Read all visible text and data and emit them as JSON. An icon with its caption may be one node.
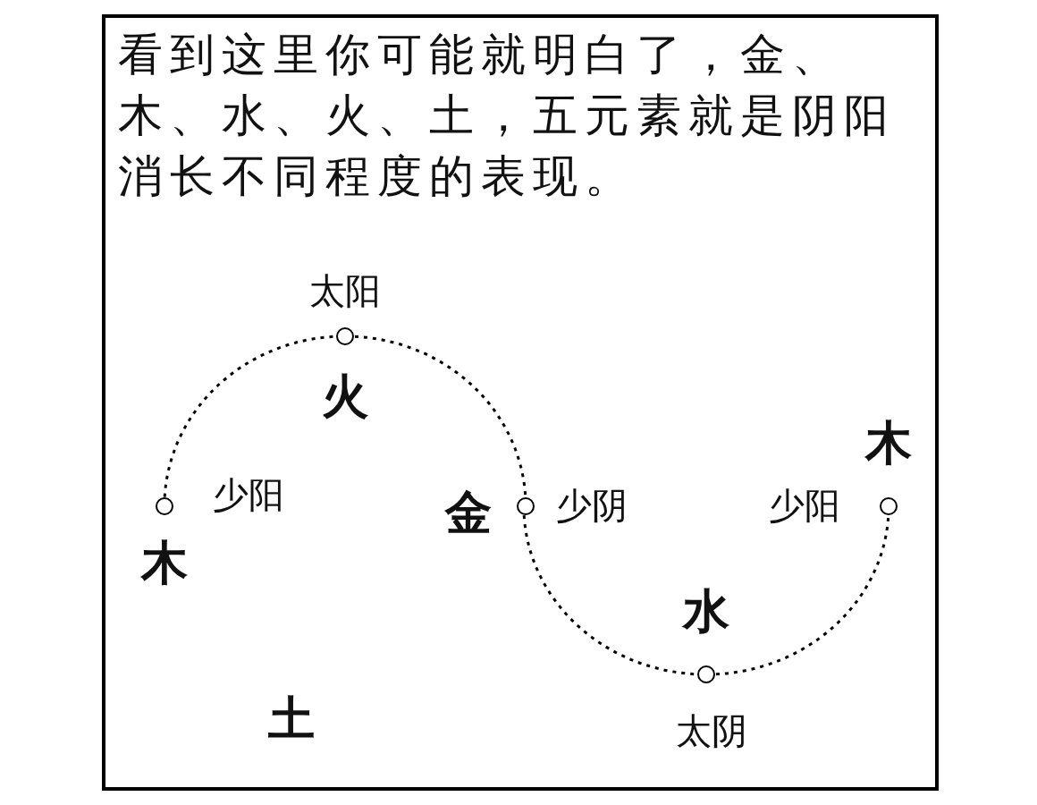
{
  "diagram": {
    "title": "看到这里你可能就明白了，金、木、水、火、土，五元素就是阴阳消长不同程度的表现。",
    "nodes": [
      {
        "text": [],
        "shape": "circle",
        "beside": [
          "少阳"
        ]
      },
      {
        "text": [],
        "shape": "circle",
        "beside": [
          "太阳"
        ]
      },
      {
        "text": [],
        "shape": "circle",
        "beside": [
          "少阴"
        ]
      },
      {
        "text": [],
        "shape": "circle",
        "beside": [
          "太阴"
        ]
      },
      {
        "text": [],
        "shape": "circle",
        "beside": [
          "少阳"
        ]
      }
    ],
    "edges": [
      {
        "from": 0,
        "to": 1,
        "arrow": "none",
        "style": "dashed"
      },
      {
        "from": 1,
        "to": 2,
        "arrow": "none",
        "style": "dashed"
      },
      {
        "from": 2,
        "to": 3,
        "arrow": "none",
        "style": "dashed"
      },
      {
        "from": 3,
        "to": 4,
        "arrow": "none",
        "style": "dashed"
      }
    ],
    "labels": [
      "火",
      "木",
      "金",
      "木",
      "水",
      "土"
    ]
  }
}
